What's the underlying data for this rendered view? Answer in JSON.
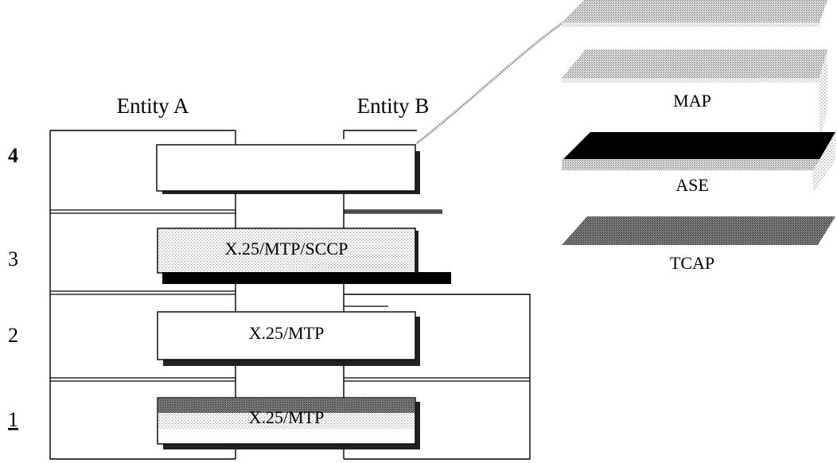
{
  "entities": {
    "a": "Entity A",
    "b": "Entity B"
  },
  "layers": [
    {
      "number": "4",
      "label": ""
    },
    {
      "number": "3",
      "label": "X.25/MTP/SCCP"
    },
    {
      "number": "2",
      "label": "X.25/MTP"
    },
    {
      "number": "1",
      "label": "X.25/MTP"
    }
  ],
  "stack": {
    "map": "MAP",
    "ase": "ASE",
    "tcap": "TCAP"
  }
}
